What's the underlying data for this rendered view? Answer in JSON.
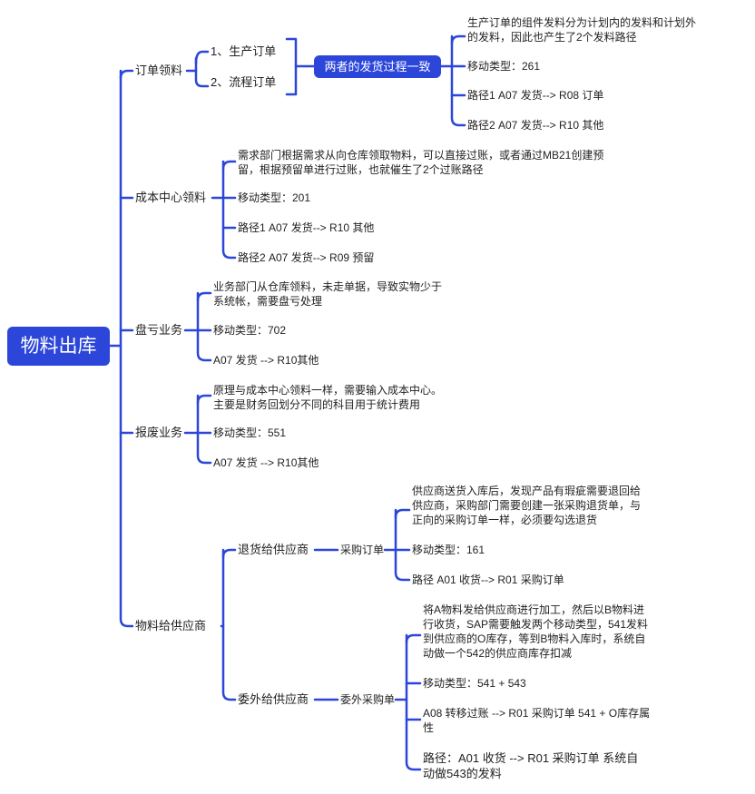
{
  "root": "物料出库",
  "b1": {
    "label": "订单领料",
    "c1": "1、生产订单",
    "c2": "2、流程订单",
    "note": "两者的发货过程一致",
    "d1": "生产订单的组件发料分为计划内的发料和计划外的发料，因此也产生了2个发料路径",
    "d2": "移动类型：261",
    "d3": "路径1  A07 发货--> R08 订单",
    "d4": "路径2  A07 发货--> R10 其他"
  },
  "b2": {
    "label": "成本中心领料",
    "d1": "需求部门根据需求从向仓库领取物料，可以直接过账，或者通过MB21创建预留，根据预留单进行过账，也就催生了2个过账路径",
    "d2": "移动类型：201",
    "d3": "路径1  A07 发货--> R10 其他",
    "d4": "路径2  A07 发货--> R09 预留"
  },
  "b3": {
    "label": "盘亏业务",
    "d1": "业务部门从仓库领料，未走单据，导致实物少于系统帐，需要盘亏处理",
    "d2": "移动类型：702",
    "d3": "A07 发货 --> R10其他"
  },
  "b4": {
    "label": "报废业务",
    "d1": "原理与成本中心领料一样，需要输入成本中心。",
    "d1b": "主要是财务回划分不同的科目用于统计费用",
    "d2": "移动类型：551",
    "d3": "A07 发货 --> R10其他"
  },
  "b5": {
    "label": "物料给供应商",
    "s1": {
      "label": "退货给供应商",
      "sub": "采购订单",
      "d1": "供应商送货入库后，发现产品有瑕疵需要退回给供应商，采购部门需要创建一张采购退货单，与正向的采购订单一样，必须要勾选退货",
      "d2": "移动类型：161",
      "d3": "路径  A01 收货--> R01 采购订单"
    },
    "s2": {
      "label": "委外给供应商",
      "sub": "委外采购单",
      "d1": "将A物料发给供应商进行加工，然后以B物料进行收货，SAP需要触发两个移动类型，541发料到供应商的O库存，等到B物料入库时，系统自动做一个542的供应商库存扣减",
      "d2": "移动类型：541 + 543",
      "d3": "A08 转移过账 --> R01 采购订单 541 + O库存属性",
      "d4": "路径：A01 收货 --> R01 采购订单 系统自动做543的发料"
    }
  },
  "colors": {
    "line": "#2b46d9",
    "node": "#2b46d9",
    "text": "#222222"
  }
}
